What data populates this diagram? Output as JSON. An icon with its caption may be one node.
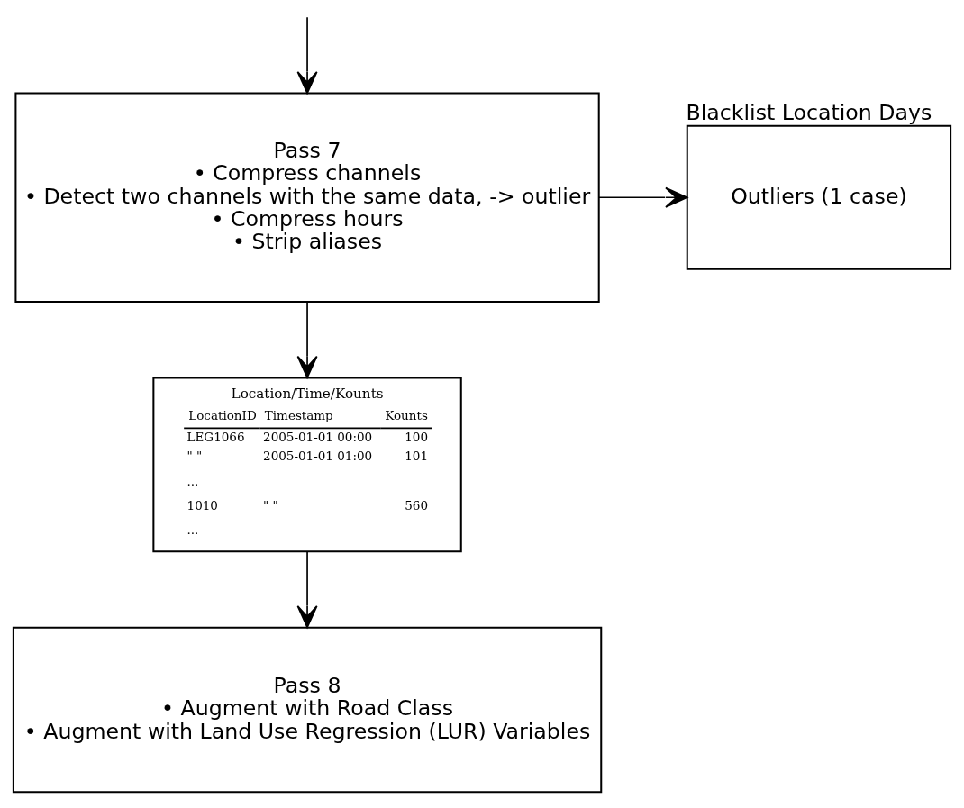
{
  "diagram": {
    "nodes": [
      {
        "text": [
          "Pass 7",
          "• Compress channels",
          "• Detect two channels with the same data, -> outlier",
          "• Compress hours",
          "• Strip aliases"
        ]
      },
      {
        "text": [
          "Outliers (1 case)"
        ],
        "beside": [
          "Blacklist Location Days"
        ]
      },
      {
        "text": [
          "Location/Time/Kounts",
          "LocationID",
          "Timestamp",
          "Kounts",
          "LEG1066",
          "2005-01-01 00:00",
          "100",
          "\" \"",
          "2005-01-01 01:00",
          "101",
          "...",
          "1010",
          "\" \"",
          "560",
          "..."
        ]
      },
      {
        "text": [
          "Pass 8",
          "• Augment with Road Class",
          "• Augment with Land Use Regression (LUR) Variables"
        ]
      }
    ],
    "edges": [
      {
        "from": null,
        "to": 0,
        "arrow": "to"
      },
      {
        "from": 0,
        "to": 1,
        "arrow": "to"
      },
      {
        "from": 0,
        "to": 2,
        "arrow": "to"
      },
      {
        "from": 2,
        "to": 3,
        "arrow": "to"
      }
    ]
  }
}
